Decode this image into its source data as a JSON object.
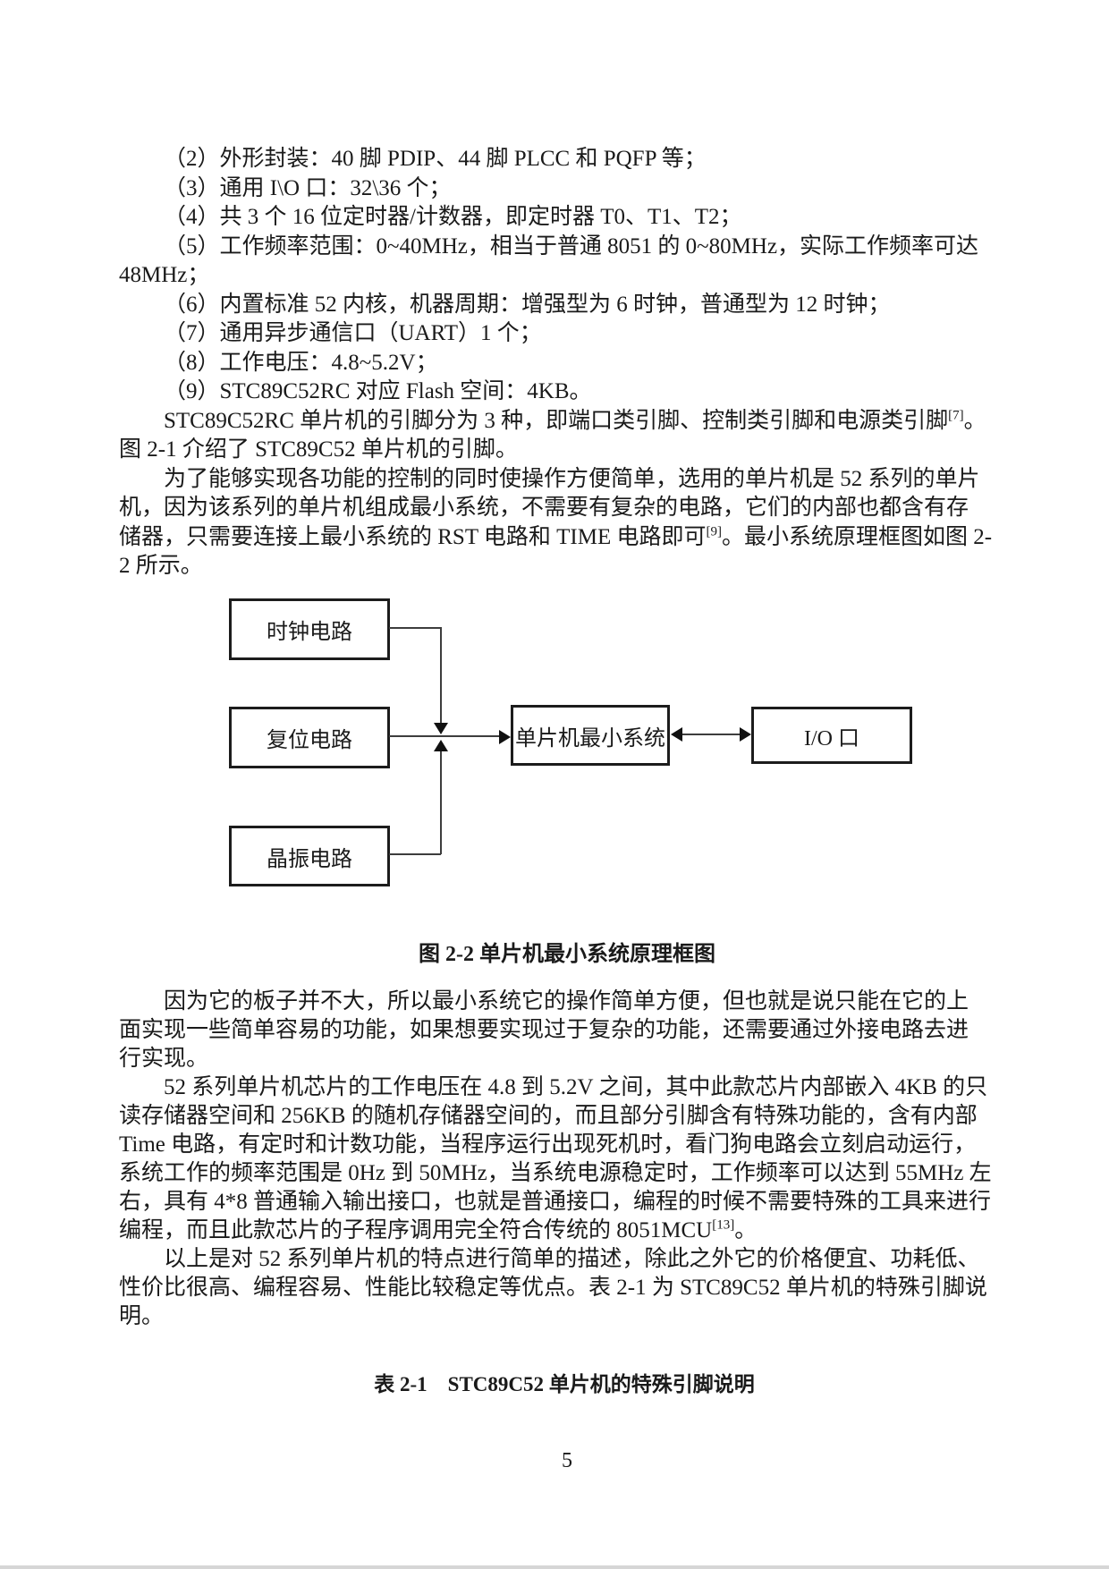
{
  "page": {
    "number": "5",
    "background_color": "#ffffff",
    "text_color": "#1a1a1a"
  },
  "content": {
    "top_lines": [
      {
        "indent": true,
        "runs": [
          {
            "t": "（2）外形封装：40 脚 PDIP、44 脚 PLCC 和 PQFP 等；"
          }
        ]
      },
      {
        "indent": true,
        "runs": [
          {
            "t": "（3）通用 I\\O 口：32\\36 个；"
          }
        ]
      },
      {
        "indent": true,
        "runs": [
          {
            "t": "（4）共 3 个 16 位定时器/计数器，即定时器 T0、T1、T2；"
          }
        ]
      },
      {
        "indent": true,
        "runs": [
          {
            "t": "（5）工作频率范围：0~40MHz，相当于普通 8051 的 0~80MHz，实际工作频率可达"
          }
        ]
      },
      {
        "indent": false,
        "runs": [
          {
            "t": "48MHz；"
          }
        ]
      },
      {
        "indent": true,
        "runs": [
          {
            "t": "（6）内置标准 52 内核，机器周期：增强型为 6 时钟，普通型为 12 时钟；"
          }
        ]
      },
      {
        "indent": true,
        "runs": [
          {
            "t": "（7）通用异步通信口（UART）1 个；"
          }
        ]
      },
      {
        "indent": true,
        "runs": [
          {
            "t": "（8）工作电压：4.8~5.2V；"
          }
        ]
      },
      {
        "indent": true,
        "runs": [
          {
            "t": "（9）STC89C52RC 对应 Flash 空间：4KB。"
          }
        ]
      },
      {
        "indent": true,
        "runs": [
          {
            "t": "STC89C52RC 单片机的引脚分为 3 种，即端口类引脚、控制类引脚和电源类引脚"
          },
          {
            "t": "[7]",
            "sup": true
          },
          {
            "t": "。"
          }
        ]
      },
      {
        "indent": false,
        "runs": [
          {
            "t": "图 2-1 介绍了 STC89C52 单片机的引脚。"
          }
        ]
      },
      {
        "indent": true,
        "runs": [
          {
            "t": "为了能够实现各功能的控制的同时使操作方便简单，选用的单片机是 52 系列的单片"
          }
        ]
      },
      {
        "indent": false,
        "runs": [
          {
            "t": "机，因为该系列的单片机组成最小系统，不需要有复杂的电路，它们的内部也都含有存"
          }
        ]
      },
      {
        "indent": false,
        "runs": [
          {
            "t": "储器，只需要连接上最小系统的 RST 电路和 TIME 电路即可"
          },
          {
            "t": "[9]",
            "sup": true
          },
          {
            "t": "。最小系统原理框图如图 2-"
          }
        ]
      },
      {
        "indent": false,
        "runs": [
          {
            "t": "2 所示。"
          }
        ]
      }
    ],
    "bottom_lines": [
      {
        "indent": true,
        "runs": [
          {
            "t": "因为它的板子并不大，所以最小系统它的操作简单方便，但也就是说只能在它的上"
          }
        ]
      },
      {
        "indent": false,
        "runs": [
          {
            "t": "面实现一些简单容易的功能，如果想要实现过于复杂的功能，还需要通过外接电路去进"
          }
        ]
      },
      {
        "indent": false,
        "runs": [
          {
            "t": "行实现。"
          }
        ]
      },
      {
        "indent": true,
        "runs": [
          {
            "t": "52 系列单片机芯片的工作电压在 4.8 到 5.2V 之间，其中此款芯片内部嵌入 4KB 的只"
          }
        ]
      },
      {
        "indent": false,
        "runs": [
          {
            "t": "读存储器空间和 256KB 的随机存储器空间的，而且部分引脚含有特殊功能的，含有内部"
          }
        ]
      },
      {
        "indent": false,
        "runs": [
          {
            "t": "Time 电路，有定时和计数功能，当程序运行出现死机时，看门狗电路会立刻启动运行，"
          }
        ]
      },
      {
        "indent": false,
        "runs": [
          {
            "t": "系统工作的频率范围是 0Hz 到 50MHz，当系统电源稳定时，工作频率可以达到 55MHz 左"
          }
        ]
      },
      {
        "indent": false,
        "runs": [
          {
            "t": "右，具有 4*8 普通输入输出接口，也就是普通接口，编程的时候不需要特殊的工具来进行"
          }
        ]
      },
      {
        "indent": false,
        "runs": [
          {
            "t": "编程，而且此款芯片的子程序调用完全符合传统的 8051MCU"
          },
          {
            "t": "[13]",
            "sup": true
          },
          {
            "t": "。"
          }
        ]
      },
      {
        "indent": true,
        "runs": [
          {
            "t": "以上是对 52 系列单片机的特点进行简单的描述，除此之外它的价格便宜、功耗低、"
          }
        ]
      },
      {
        "indent": false,
        "runs": [
          {
            "t": "性价比很高、编程容易、性能比较稳定等优点。表 2-1 为 STC89C52 单片机的特殊引脚说"
          }
        ]
      },
      {
        "indent": false,
        "runs": [
          {
            "t": "明。"
          }
        ]
      }
    ]
  },
  "figure": {
    "caption": "图 2-2 单片机最小系统原理框图",
    "boxes": [
      {
        "id": "clock",
        "label": "时钟电路"
      },
      {
        "id": "reset",
        "label": "复位电路"
      },
      {
        "id": "crystal",
        "label": "晶振电路"
      },
      {
        "id": "mcu",
        "label": "单片机最小系统"
      },
      {
        "id": "io",
        "label": "I/O 口"
      }
    ]
  },
  "table": {
    "caption": "表 2-1　STC89C52 单片机的特殊引脚说明"
  }
}
